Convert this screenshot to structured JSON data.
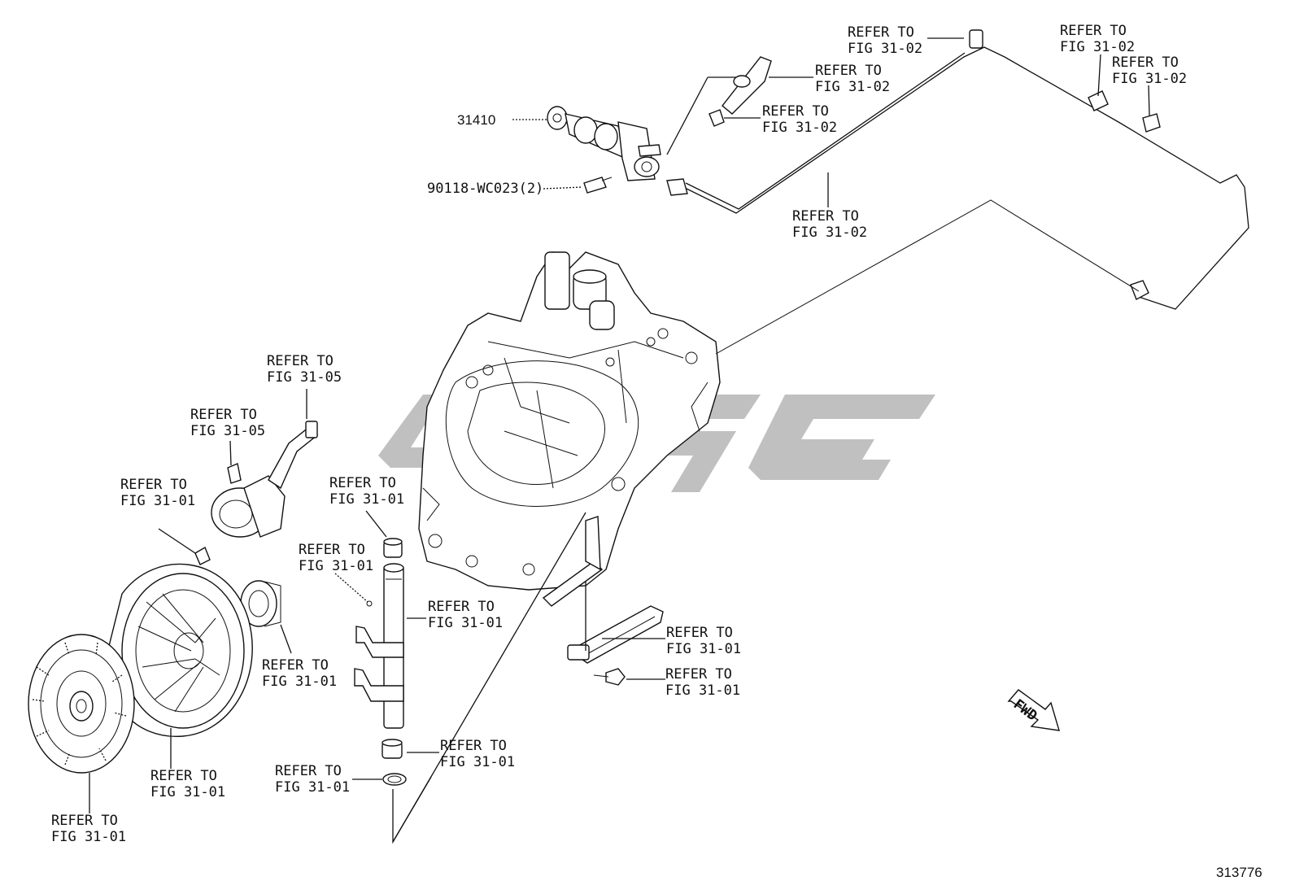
{
  "callouts": [
    {
      "line1": "REFER TO",
      "line2": "FIG 31-02"
    },
    {
      "line1": "REFER TO",
      "line2": "FIG 31-02"
    },
    {
      "line1": "REFER TO",
      "line2": "FIG 31-02"
    },
    {
      "line1": "REFER TO",
      "line2": "FIG 31-02"
    },
    {
      "line1": "REFER TO",
      "line2": "FIG 31-02"
    },
    {
      "line1": "REFER TO",
      "line2": "FIG 31-02"
    },
    {
      "line1": "REFER TO",
      "line2": "FIG 31-05"
    },
    {
      "line1": "REFER TO",
      "line2": "FIG 31-05"
    },
    {
      "line1": "REFER TO",
      "line2": "FIG 31-01"
    },
    {
      "line1": "REFER TO",
      "line2": "FIG 31-01"
    },
    {
      "line1": "REFER TO",
      "line2": "FIG 31-01"
    },
    {
      "line1": "REFER TO",
      "line2": "FIG 31-01"
    },
    {
      "line1": "REFER TO",
      "line2": "FIG 31-01"
    },
    {
      "line1": "REFER TO",
      "line2": "FIG 31-01"
    },
    {
      "line1": "REFER TO",
      "line2": "FIG 31-01"
    },
    {
      "line1": "REFER TO",
      "line2": "FIG 31-01"
    },
    {
      "line1": "REFER TO",
      "line2": "FIG 31-01"
    },
    {
      "line1": "REFER TO",
      "line2": "FIG 31-01"
    },
    {
      "line1": "REFER TO",
      "line2": "FIG 31-01"
    }
  ],
  "part_numbers": {
    "master_cylinder": "31410",
    "bolt": "90118-WC023(2)"
  },
  "fwd_label": "FWD",
  "figure_number": "313776",
  "watermark_color": "#bdbdbd"
}
